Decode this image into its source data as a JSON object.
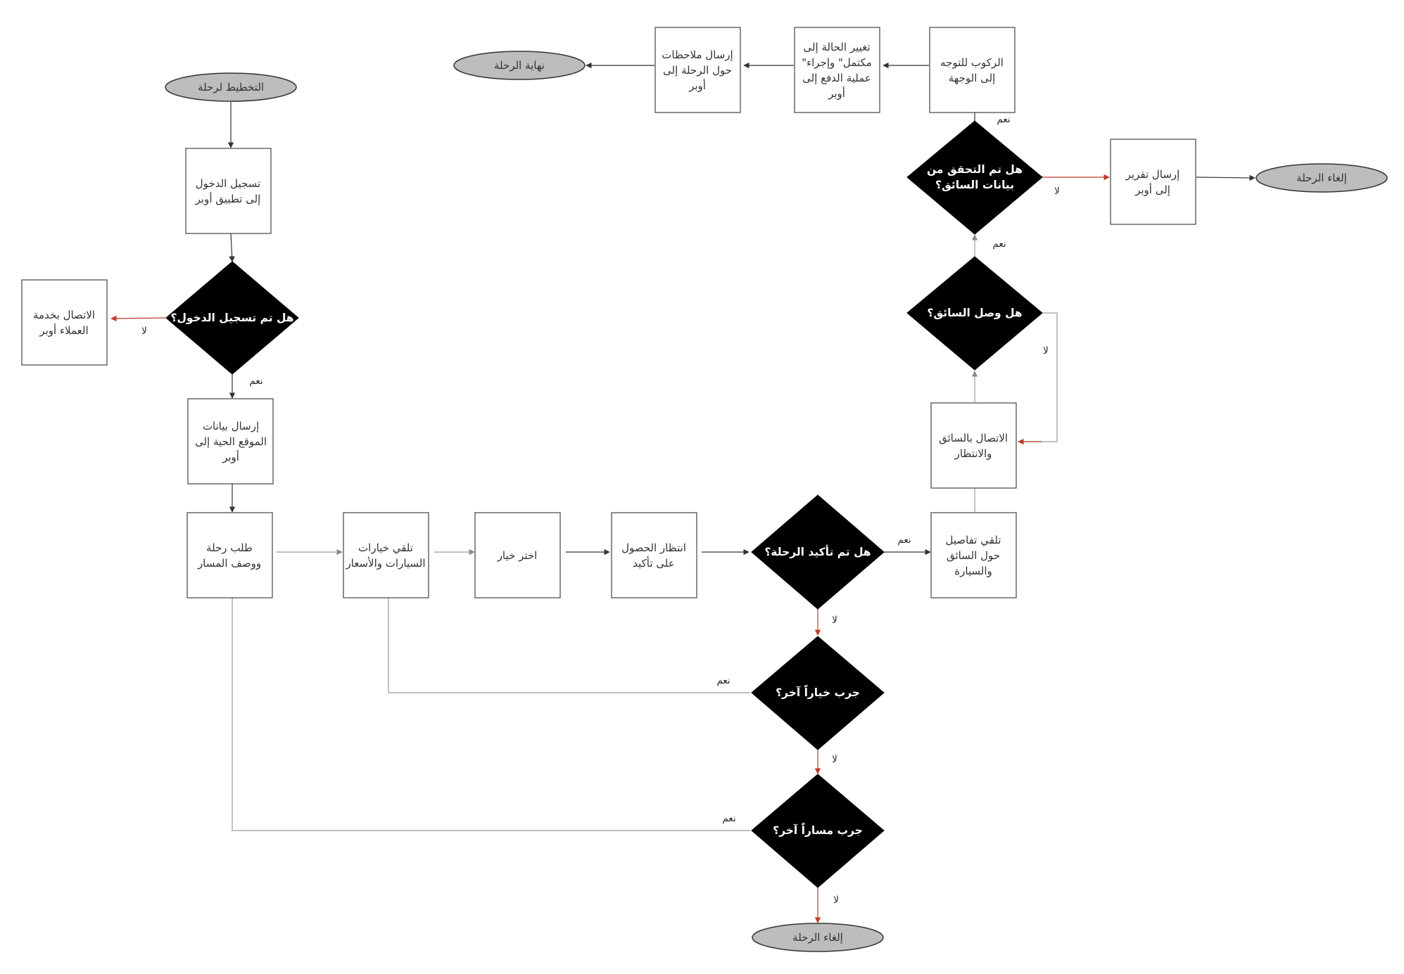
{
  "colors": {
    "diamond_fill": "#000000",
    "terminal_fill": "#bdbdbd",
    "box_stroke": "#444444",
    "no_arrow": "#c0392b",
    "yes_arrow": "#333333"
  },
  "nodes": {
    "start": "التخطيط لرحلة",
    "login_app": "تسجيل الدخول\nإلى تطبيق أوبر",
    "is_logged_in": "هل تم تسجيل الدخول؟",
    "contact_support": "الاتصال بخدمة\nالعملاء أوبر",
    "send_location": "إرسال بيانات\nالموقع الحية إلى\nأوبر",
    "request_ride": "طلب رحلة\nووصف المسار",
    "receive_options": "تلقي خيارات\nالسيارات والأسعار",
    "choose_option": "اختر خيار",
    "wait_confirmation": "انتظار الحصول\nعلى تأكيد",
    "is_confirmed": "هل تم تأكيد الرحلة؟",
    "try_other_option": "جرب خياراً آخر؟",
    "try_other_route": "جرب مساراً آخر؟",
    "cancel_bottom": "إلغاء الرحلة",
    "receive_driver_details": "تلقي تفاصيل\nحول السائق\nوالسيارة",
    "contact_driver": "الاتصال بالسائق\nوالانتظار",
    "driver_arrived": "هل وصل السائق؟",
    "driver_verified": "هل تم التحقق من\nبيانات السائق؟",
    "send_report": "إرسال تقرير\nإلى أوبر",
    "cancel_right": "إلغاء الرحلة",
    "ride_to_destination": "الركوب للتوجه\nإلى الوجهة",
    "change_status_pay": "تغيير الحالة إلى\n\"مكتمل\" وإجراء\nعملية الدفع إلى\nأوبر",
    "send_feedback": "إرسال ملاحظات\nحول الرحلة إلى\nأوبر",
    "end": "نهاية الرحلة"
  },
  "labels": {
    "yes": "نعم",
    "no": "لا"
  }
}
